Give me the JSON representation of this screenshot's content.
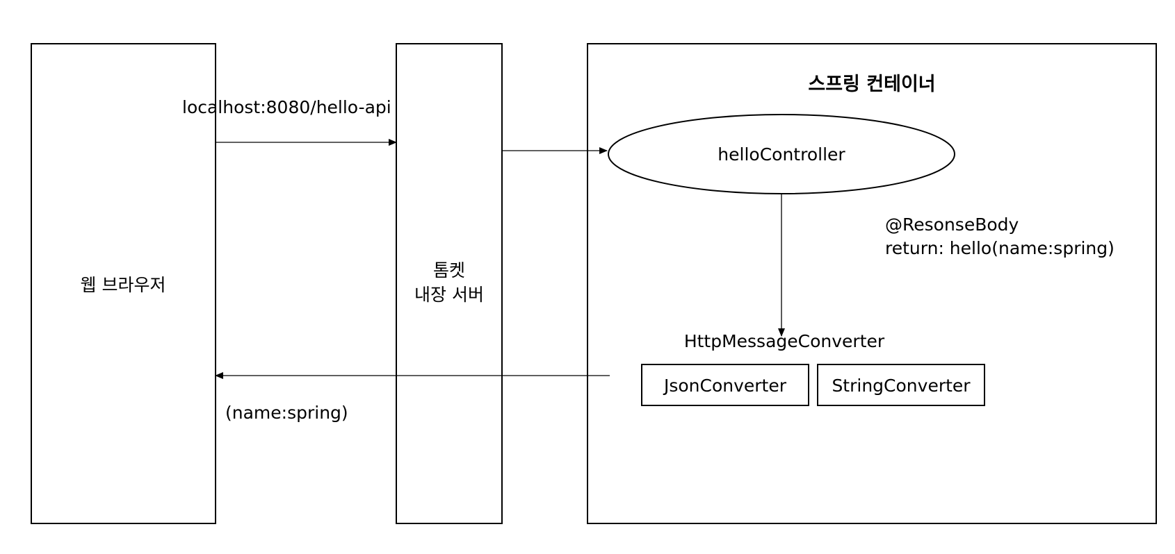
{
  "nodes": {
    "browser": {
      "label": "웹 브라우저"
    },
    "tomcat": {
      "label_line1": "톰켓",
      "label_line2": "내장 서버"
    },
    "container": {
      "label": "스프링 컨테이너"
    },
    "controller": {
      "label": "helloController"
    },
    "converter_group": {
      "label": "HttpMessageConverter"
    },
    "json_converter": {
      "label": "JsonConverter"
    },
    "string_converter": {
      "label": "StringConverter"
    }
  },
  "edges": {
    "request": {
      "label": "localhost:8080/hello-api"
    },
    "controller_to_converter": {
      "label_line1": "@ResonseBody",
      "label_line2": "return: hello(name:spring)"
    },
    "response": {
      "label": "(name:spring)"
    }
  }
}
